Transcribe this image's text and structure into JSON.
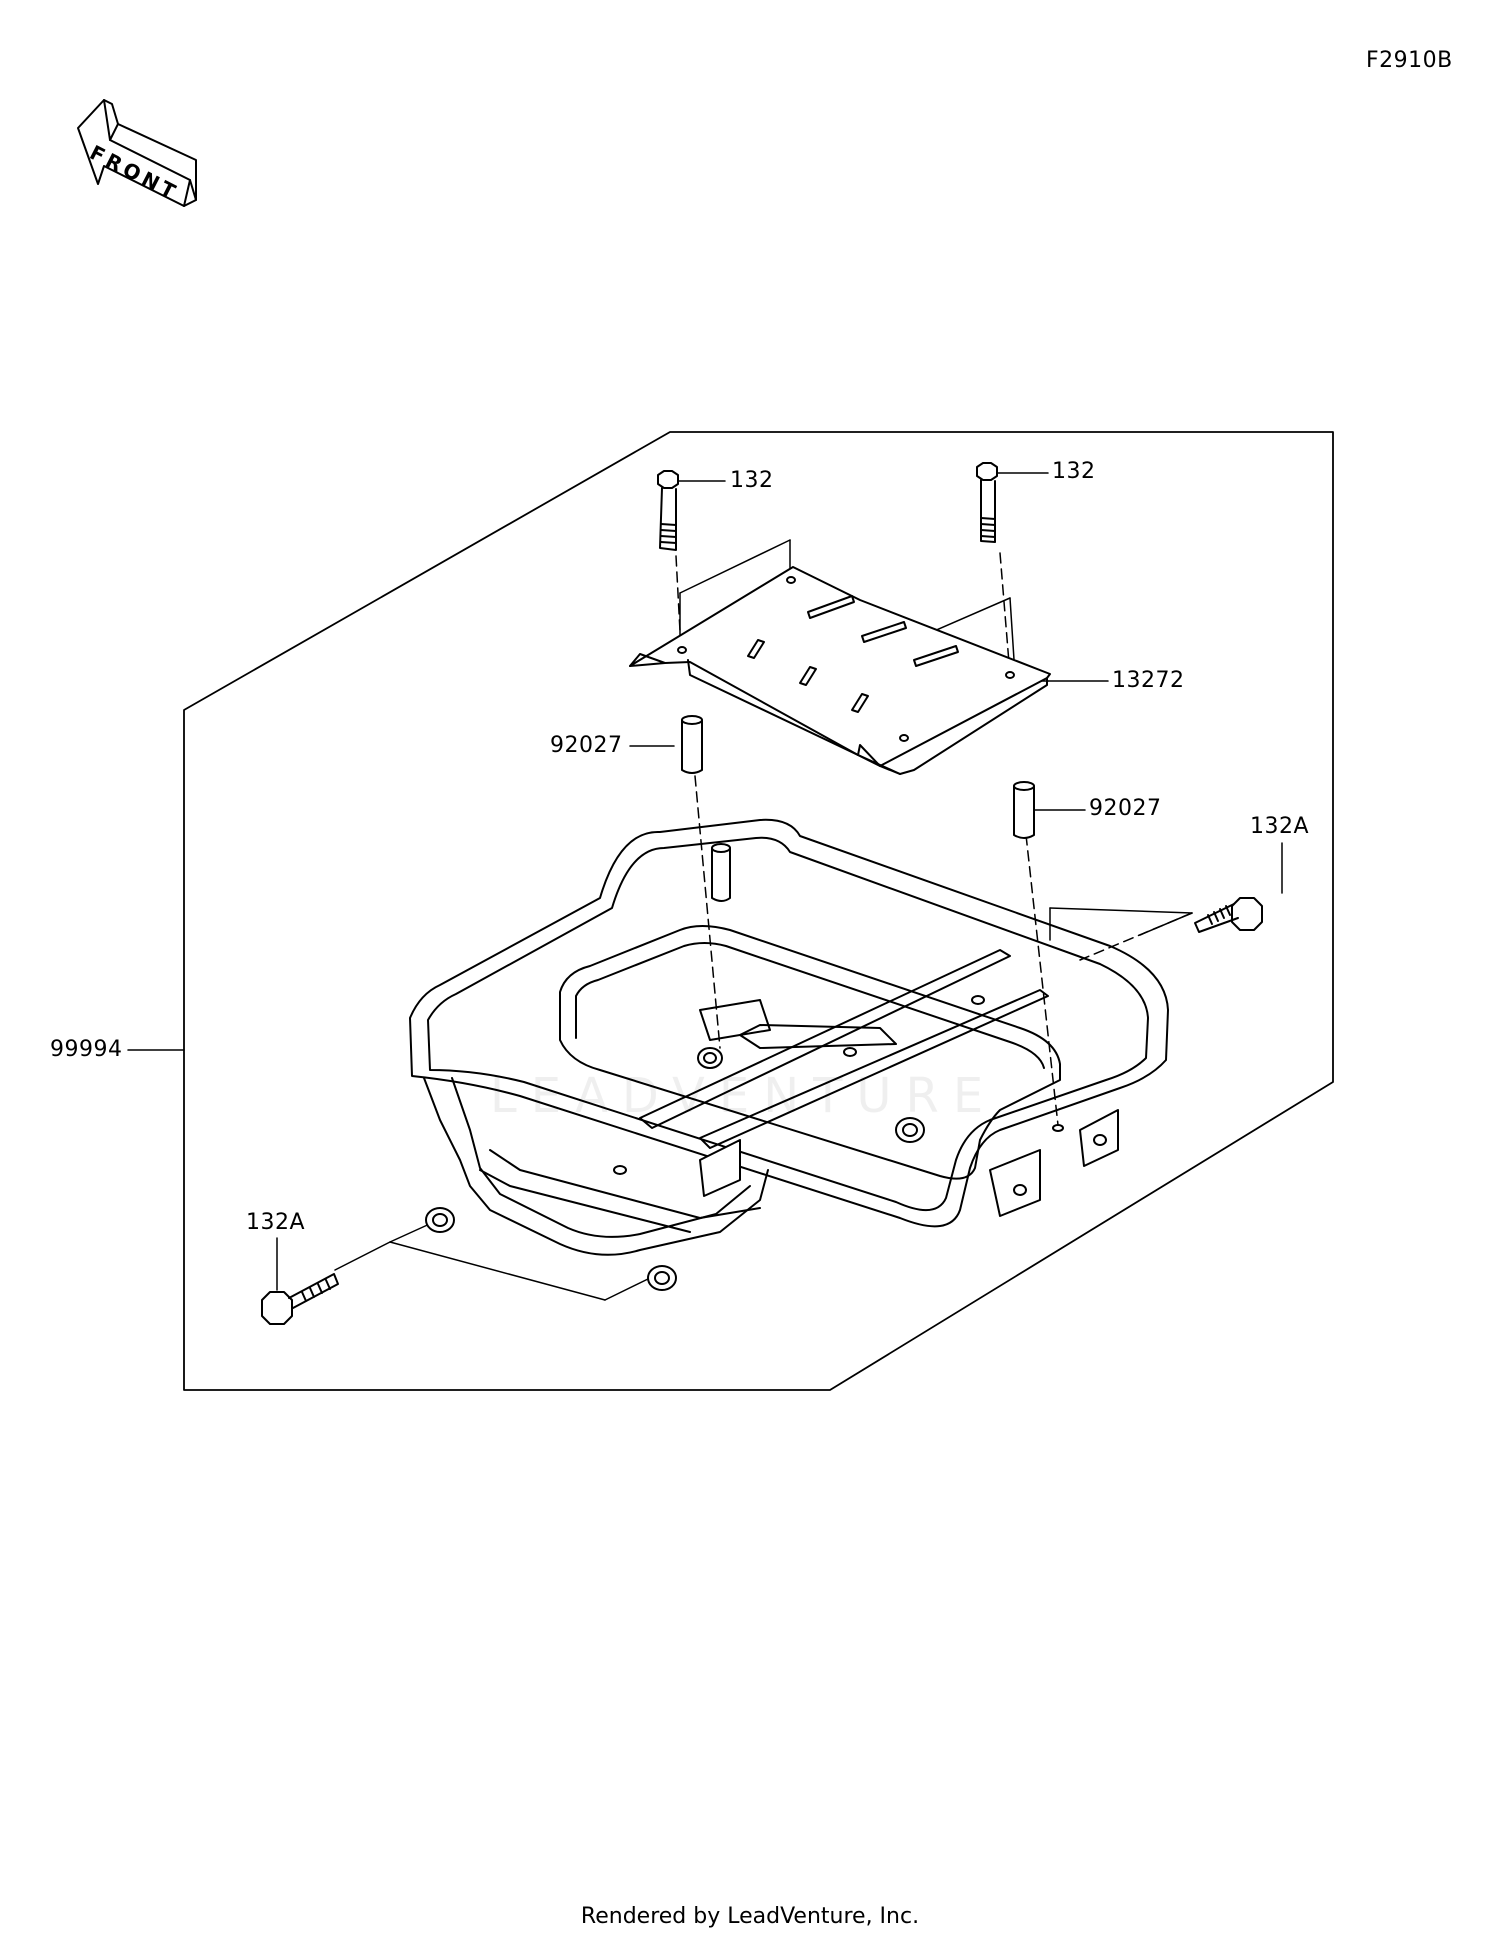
{
  "figure_code": "F2910B",
  "front_arrow": {
    "text": "FRONT",
    "icon": "front-direction-arrow-icon"
  },
  "watermark": "LEADVENTURE",
  "callouts": {
    "bolt_left": "132",
    "bolt_right": "132",
    "plate": "13272",
    "collar_left": "92027",
    "collar_right": "92027",
    "bolt_side_right": "132A",
    "bolt_side_left": "132A",
    "assembly": "99994"
  },
  "footer": "Rendered by LeadVenture, Inc."
}
